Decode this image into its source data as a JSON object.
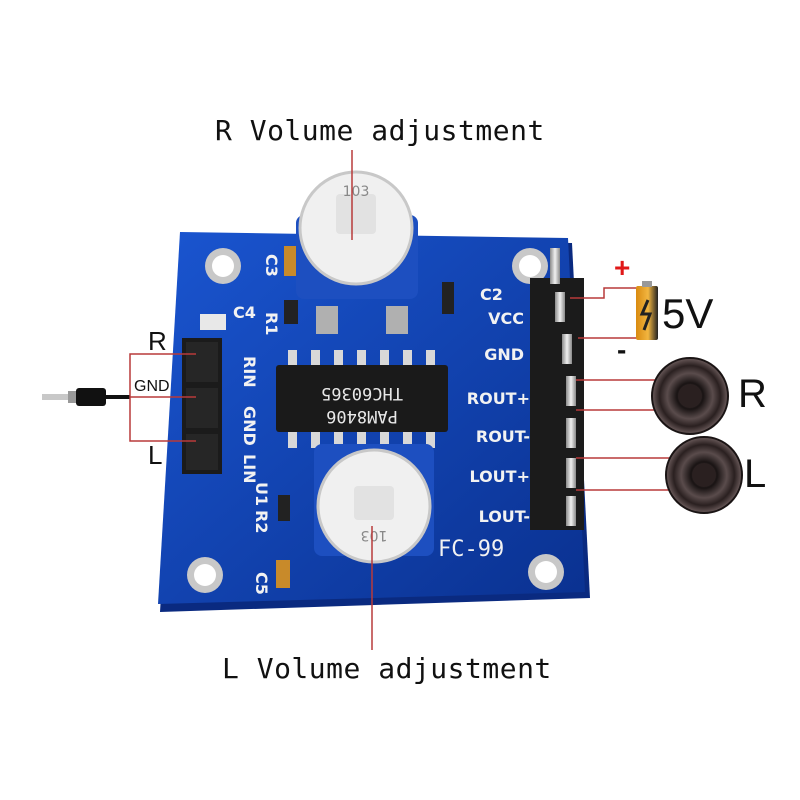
{
  "callouts": {
    "r_volume": "R Volume adjustment",
    "l_volume": "L Volume adjustment"
  },
  "jack": {
    "r": "R",
    "gnd": "GND",
    "l": "L"
  },
  "battery": {
    "plus": "+",
    "minus": "-",
    "voltage": "5V"
  },
  "speakers": {
    "right": "R",
    "left": "L"
  },
  "board": {
    "model": "FC-99",
    "chip_line1": "PAM8406",
    "chip_line2": "THC60365",
    "pot_code": "103",
    "left_header_pins": [
      "RIN",
      "GND",
      "LIN"
    ],
    "right_header_pins": [
      "VCC",
      "GND",
      "ROUT+",
      "ROUT-",
      "LOUT+",
      "LOUT-"
    ],
    "components": [
      "C2",
      "C3",
      "C4",
      "R1",
      "U1",
      "R2",
      "C5"
    ]
  },
  "colors": {
    "pcb": "#0d3fb0",
    "wire": "#b83a3a",
    "plus": "#e01818"
  }
}
